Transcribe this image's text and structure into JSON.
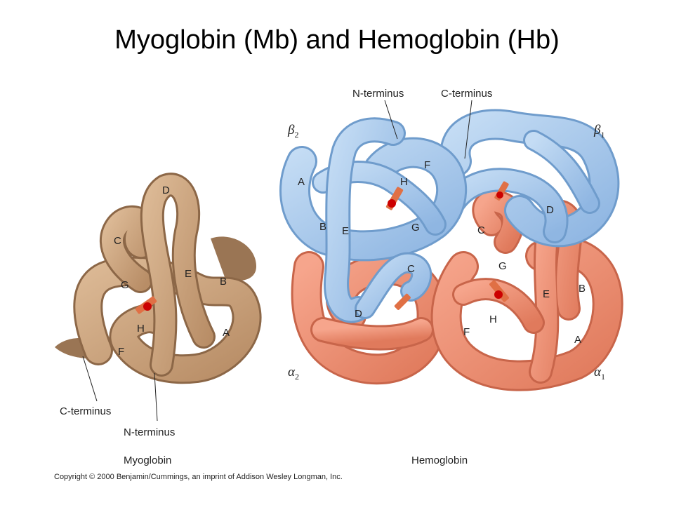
{
  "title": "Myoglobin (Mb) and Hemoglobin (Hb)",
  "myoglobin": {
    "caption": "Myoglobin",
    "helix_labels": {
      "A": "A",
      "B": "B",
      "C": "C",
      "D": "D",
      "E": "E",
      "F": "F",
      "G": "G",
      "H": "H"
    },
    "c_terminus": "C-terminus",
    "n_terminus": "N-terminus"
  },
  "hemoglobin": {
    "caption": "Hemoglobin",
    "n_terminus": "N-terminus",
    "c_terminus": "C-terminus",
    "subunits": {
      "beta2": {
        "greek": "β",
        "sub": "2"
      },
      "beta1": {
        "greek": "β",
        "sub": "1"
      },
      "alpha2": {
        "greek": "α",
        "sub": "2"
      },
      "alpha1": {
        "greek": "α",
        "sub": "1"
      }
    },
    "beta2_labels": {
      "A": "A",
      "B": "B",
      "E": "E",
      "F": "F",
      "H": "H",
      "G": "G",
      "C": "C",
      "D": "D"
    },
    "alpha1_labels": {
      "C": "C",
      "D": "D",
      "G": "G",
      "E": "E",
      "B": "B",
      "F": "F",
      "H": "H",
      "A": "A"
    }
  },
  "colors": {
    "myoglobin_tan": "#c9a27c",
    "myoglobin_dark": "#8c6747",
    "hb_blue": "#a8c8ec",
    "hb_blue_dark": "#6f9ccc",
    "hb_salmon": "#ee8f73",
    "hb_salmon_dark": "#c8654a",
    "heme": "#e07045",
    "iron": "#cc0000"
  },
  "copyright": "Copyright © 2000 Benjamin/Cummings, an imprint of Addison Wesley Longman, Inc."
}
